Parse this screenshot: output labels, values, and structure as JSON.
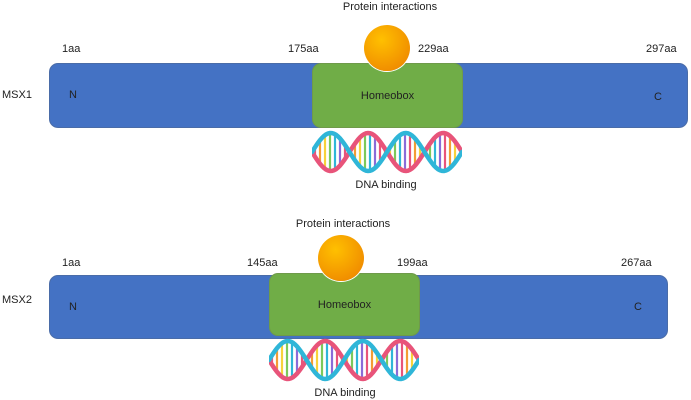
{
  "colors": {
    "domain_bar": "#4472c4",
    "homeobox": "#70ad47",
    "protein_ball_light": "#ffc000",
    "protein_ball_dark": "#f08c00",
    "dna_strand_a": "#e8547a",
    "dna_strand_b": "#2fb6d8"
  },
  "proteins": [
    {
      "name": "MSX1",
      "start_label": "1aa",
      "homeobox_start_label": "175aa",
      "homeobox_end_label": "229aa",
      "end_label": "297aa",
      "n_term": "N",
      "c_term": "C",
      "domain_label": "Homeobox",
      "protein_interactions_label": "Protein interactions",
      "dna_binding_label": "DNA binding"
    },
    {
      "name": "MSX2",
      "start_label": "1aa",
      "homeobox_start_label": "145aa",
      "homeobox_end_label": "199aa",
      "end_label": "267aa",
      "n_term": "N",
      "c_term": "C",
      "domain_label": "Homeobox",
      "protein_interactions_label": "Protein interactions",
      "dna_binding_label": "DNA binding"
    }
  ],
  "icons": {
    "protein": "protein-ball-icon",
    "dna": "dna-helix-icon"
  }
}
